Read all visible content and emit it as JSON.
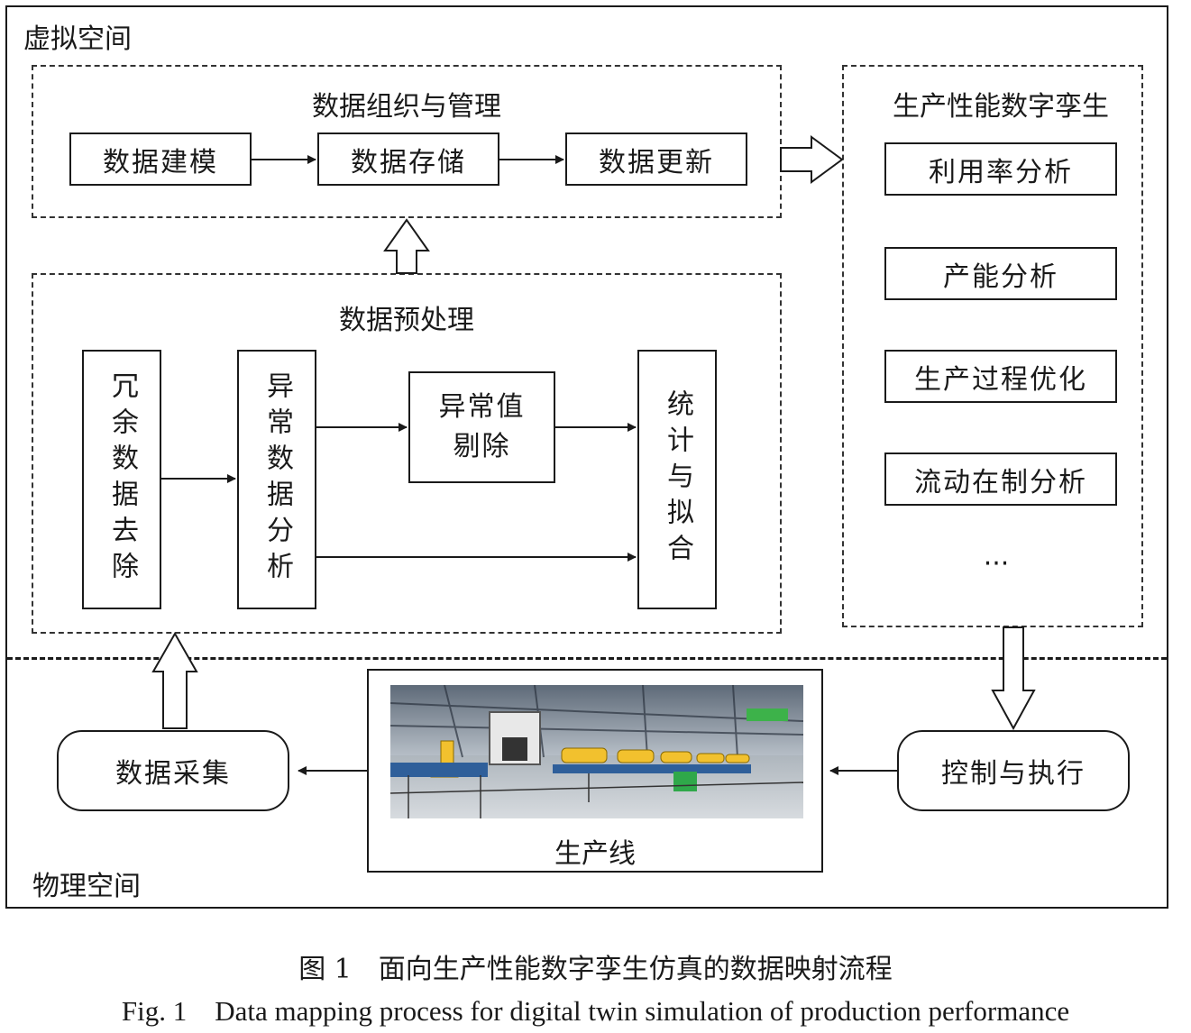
{
  "virtual_space_label": "虚拟空间",
  "physical_space_label": "物理空间",
  "data_org": {
    "title": "数据组织与管理",
    "boxes": [
      "数据建模",
      "数据存储",
      "数据更新"
    ]
  },
  "preprocess": {
    "title": "数据预处理",
    "redundant": "冗余数据去除",
    "anomaly_analysis": "异常数据分析",
    "outlier_removal": "异常值剔除",
    "stat_fit": "统计与拟合"
  },
  "twin": {
    "title": "生产性能数字孪生",
    "items": [
      "利用率分析",
      "产能分析",
      "生产过程优化",
      "流动在制分析"
    ],
    "more": "···"
  },
  "physical": {
    "collection": "数据采集",
    "production_line": "生产线",
    "control": "控制与执行"
  },
  "caption": {
    "zh": "图 1　面向生产性能数字孪生仿真的数据映射流程",
    "en": "Fig. 1　Data mapping process for digital twin simulation of production performance"
  }
}
